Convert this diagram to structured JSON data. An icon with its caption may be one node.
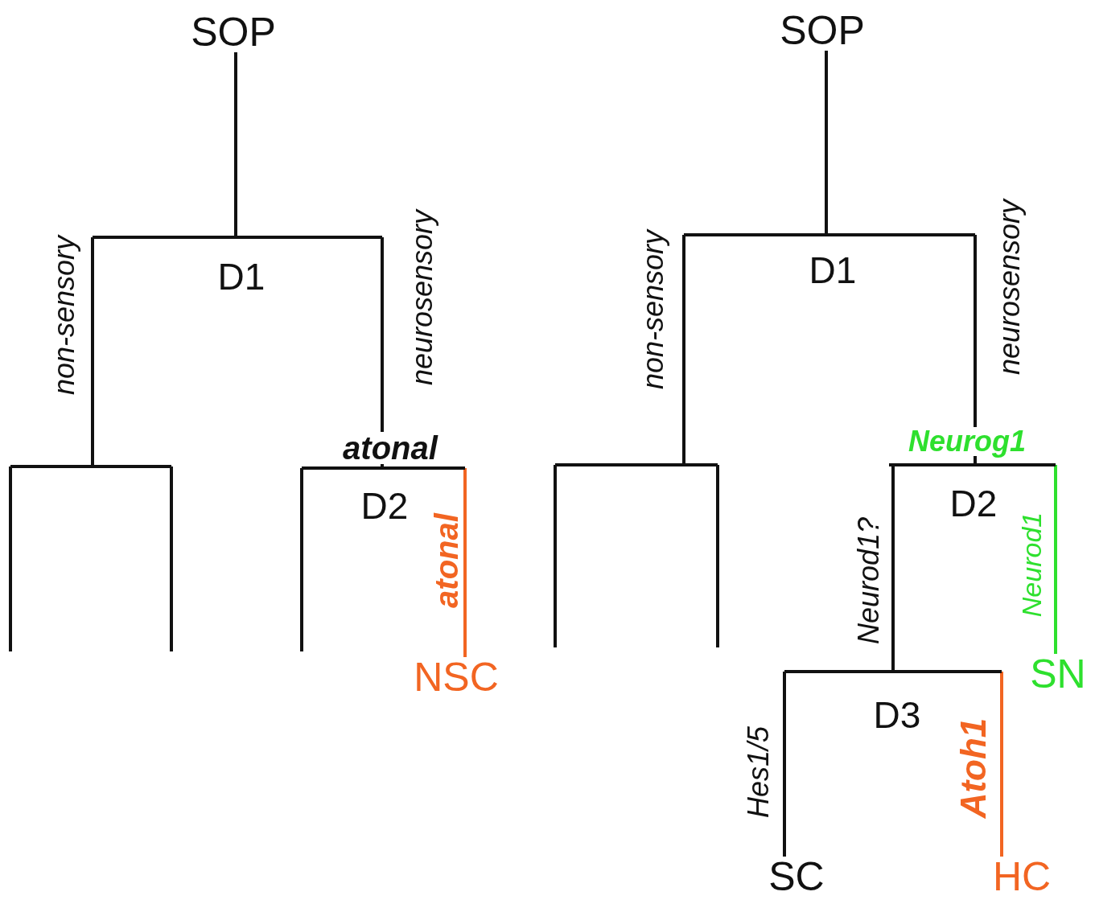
{
  "diagram": {
    "nodes": [
      {
        "text": [
          "SOP"
        ]
      },
      {
        "text": [
          "D1"
        ]
      },
      {
        "text": [],
        "shape": "bar"
      },
      {
        "text": [
          "D2"
        ],
        "beside": [
          "atonal"
        ]
      },
      {
        "text": [
          "NSC"
        ]
      },
      {
        "text": [
          "SOP"
        ]
      },
      {
        "text": [
          "D1"
        ]
      },
      {
        "text": [],
        "shape": "bar"
      },
      {
        "text": [
          "D2"
        ],
        "beside": [
          "Neurog1"
        ]
      },
      {
        "text": [
          "SN"
        ]
      },
      {
        "text": [
          "D3"
        ]
      },
      {
        "text": [
          "SC"
        ]
      },
      {
        "text": [
          "HC"
        ]
      }
    ],
    "edges": [
      {
        "from": 0,
        "to": 1,
        "arrow": "none"
      },
      {
        "from": 1,
        "to": 2,
        "arrow": "none",
        "label": "non-sensory"
      },
      {
        "from": 1,
        "to": 3,
        "arrow": "none",
        "label": "neurosensory"
      },
      {
        "from": 2,
        "to": null,
        "arrow": "none"
      },
      {
        "from": 2,
        "to": null,
        "arrow": "none"
      },
      {
        "from": 3,
        "to": null,
        "arrow": "none"
      },
      {
        "from": 3,
        "to": 4,
        "arrow": "none",
        "label": "atonal",
        "color": "#f26522"
      },
      {
        "from": 5,
        "to": 6,
        "arrow": "none"
      },
      {
        "from": 6,
        "to": 7,
        "arrow": "none",
        "label": "non-sensory"
      },
      {
        "from": 6,
        "to": 8,
        "arrow": "none",
        "label": "neurosensory"
      },
      {
        "from": 7,
        "to": null,
        "arrow": "none"
      },
      {
        "from": 7,
        "to": null,
        "arrow": "none"
      },
      {
        "from": 8,
        "to": 10,
        "arrow": "none",
        "label": "Neurod1?"
      },
      {
        "from": 8,
        "to": 9,
        "arrow": "none",
        "label": "Neurod1",
        "color": "#2ee02e"
      },
      {
        "from": 10,
        "to": 11,
        "arrow": "none",
        "label": "Hes1/5"
      },
      {
        "from": 10,
        "to": 12,
        "arrow": "none",
        "label": "Atoh1",
        "color": "#f26522"
      }
    ]
  }
}
